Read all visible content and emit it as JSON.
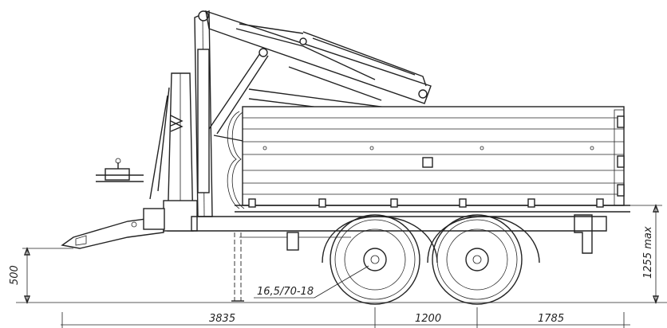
{
  "dimensions": {
    "hitch_height": "500",
    "total_height": "1255 max",
    "tire_size": "16,5/70-18",
    "front_length": "3835",
    "axle_spacing": "1200",
    "rear_overhang": "1785"
  }
}
